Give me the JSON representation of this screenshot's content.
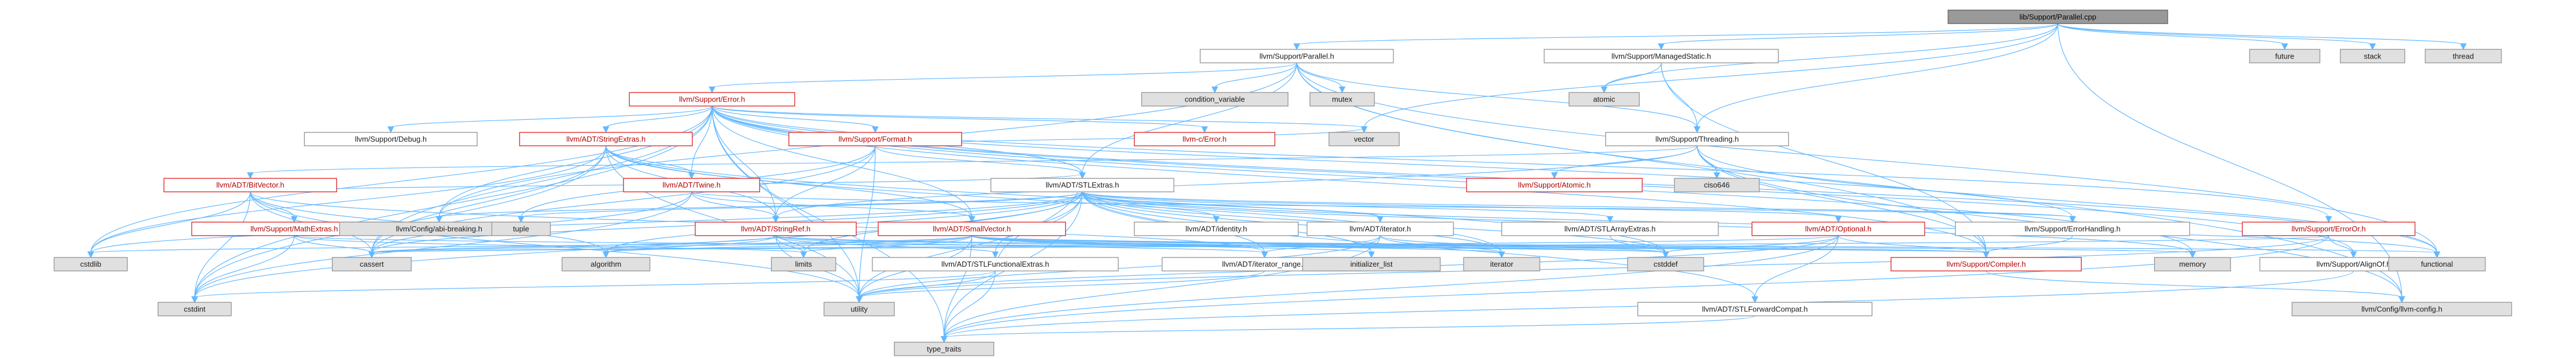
{
  "graph": {
    "nodes": [
      {
        "id": "root",
        "label": "lib/Support/Parallel.cpp",
        "kind": "root"
      },
      {
        "id": "par_h",
        "label": "llvm/Support/Parallel.h",
        "kind": "doc"
      },
      {
        "id": "mstatic",
        "label": "llvm/Support/ManagedStatic.h",
        "kind": "doc"
      },
      {
        "id": "future",
        "label": "future",
        "kind": "sys"
      },
      {
        "id": "stack",
        "label": "stack",
        "kind": "sys"
      },
      {
        "id": "thread",
        "label": "thread",
        "kind": "sys"
      },
      {
        "id": "error",
        "label": "llvm/Support/Error.h",
        "kind": "trunc"
      },
      {
        "id": "condvar",
        "label": "condition_variable",
        "kind": "sys"
      },
      {
        "id": "mutex",
        "label": "mutex",
        "kind": "sys"
      },
      {
        "id": "atomic",
        "label": "atomic",
        "kind": "sys"
      },
      {
        "id": "threading",
        "label": "llvm/Support/Threading.h",
        "kind": "doc"
      },
      {
        "id": "debug",
        "label": "llvm/Support/Debug.h",
        "kind": "doc"
      },
      {
        "id": "strextras",
        "label": "llvm/ADT/StringExtras.h",
        "kind": "trunc"
      },
      {
        "id": "format",
        "label": "llvm/Support/Format.h",
        "kind": "trunc"
      },
      {
        "id": "cerror",
        "label": "llvm-c/Error.h",
        "kind": "trunc"
      },
      {
        "id": "vector",
        "label": "vector",
        "kind": "sys"
      },
      {
        "id": "stlextras",
        "label": "llvm/ADT/STLExtras.h",
        "kind": "doc"
      },
      {
        "id": "satomic",
        "label": "llvm/Support/Atomic.h",
        "kind": "trunc"
      },
      {
        "id": "ciso646",
        "label": "ciso646",
        "kind": "sys"
      },
      {
        "id": "bitvector",
        "label": "llvm/ADT/BitVector.h",
        "kind": "trunc"
      },
      {
        "id": "twine",
        "label": "llvm/ADT/Twine.h",
        "kind": "trunc"
      },
      {
        "id": "mathextras",
        "label": "llvm/Support/MathExtras.h",
        "kind": "trunc"
      },
      {
        "id": "abibreak",
        "label": "llvm/Config/abi-breaking.h",
        "kind": "sys"
      },
      {
        "id": "tuple",
        "label": "tuple",
        "kind": "sys"
      },
      {
        "id": "stringref",
        "label": "llvm/ADT/StringRef.h",
        "kind": "trunc"
      },
      {
        "id": "smallvector",
        "label": "llvm/ADT/SmallVector.h",
        "kind": "trunc"
      },
      {
        "id": "identity",
        "label": "llvm/ADT/identity.h",
        "kind": "doc"
      },
      {
        "id": "iterator",
        "label": "llvm/ADT/iterator.h",
        "kind": "doc"
      },
      {
        "id": "stlarray",
        "label": "llvm/ADT/STLArrayExtras.h",
        "kind": "doc"
      },
      {
        "id": "optional",
        "label": "llvm/ADT/Optional.h",
        "kind": "trunc"
      },
      {
        "id": "errhandling",
        "label": "llvm/Support/ErrorHandling.h",
        "kind": "doc"
      },
      {
        "id": "erroror",
        "label": "llvm/Support/ErrorOr.h",
        "kind": "trunc"
      },
      {
        "id": "cstdlib",
        "label": "cstdlib",
        "kind": "sys"
      },
      {
        "id": "cassert",
        "label": "cassert",
        "kind": "sys"
      },
      {
        "id": "algorithm",
        "label": "algorithm",
        "kind": "sys"
      },
      {
        "id": "limits",
        "label": "limits",
        "kind": "sys"
      },
      {
        "id": "stlfunc",
        "label": "llvm/ADT/STLFunctionalExtras.h",
        "kind": "doc"
      },
      {
        "id": "iterrange",
        "label": "llvm/ADT/iterator_range.h",
        "kind": "doc"
      },
      {
        "id": "initlist",
        "label": "initializer_list",
        "kind": "sys"
      },
      {
        "id": "iteratorstd",
        "label": "iterator",
        "kind": "sys"
      },
      {
        "id": "cstddef",
        "label": "cstddef",
        "kind": "sys"
      },
      {
        "id": "compiler",
        "label": "llvm/Support/Compiler.h",
        "kind": "trunc"
      },
      {
        "id": "memory",
        "label": "memory",
        "kind": "sys"
      },
      {
        "id": "alignof",
        "label": "llvm/Support/AlignOf.h",
        "kind": "doc"
      },
      {
        "id": "functional",
        "label": "functional",
        "kind": "sys"
      },
      {
        "id": "cstdint",
        "label": "cstdint",
        "kind": "sys"
      },
      {
        "id": "utility",
        "label": "utility",
        "kind": "sys"
      },
      {
        "id": "stlfwd",
        "label": "llvm/ADT/STLForwardCompat.h",
        "kind": "doc"
      },
      {
        "id": "llvmconfig",
        "label": "llvm/Config/llvm-config.h",
        "kind": "sys"
      },
      {
        "id": "typetraits",
        "label": "type_traits",
        "kind": "sys"
      }
    ],
    "edges": [
      [
        "root",
        "par_h"
      ],
      [
        "root",
        "mstatic"
      ],
      [
        "root",
        "future"
      ],
      [
        "root",
        "stack"
      ],
      [
        "root",
        "thread"
      ],
      [
        "root",
        "threading"
      ],
      [
        "root",
        "vector"
      ],
      [
        "root",
        "llvmconfig"
      ],
      [
        "root",
        "atomic"
      ],
      [
        "par_h",
        "error"
      ],
      [
        "par_h",
        "condvar"
      ],
      [
        "par_h",
        "mutex"
      ],
      [
        "par_h",
        "threading"
      ],
      [
        "par_h",
        "stlextras"
      ],
      [
        "par_h",
        "compiler"
      ],
      [
        "par_h",
        "functional"
      ],
      [
        "par_h",
        "llvmconfig"
      ],
      [
        "par_h",
        "abibreak"
      ],
      [
        "mstatic",
        "atomic"
      ],
      [
        "mstatic",
        "compiler"
      ],
      [
        "mstatic",
        "threading"
      ],
      [
        "error",
        "debug"
      ],
      [
        "error",
        "strextras"
      ],
      [
        "error",
        "format"
      ],
      [
        "error",
        "cerror"
      ],
      [
        "error",
        "vector"
      ],
      [
        "error",
        "stlextras"
      ],
      [
        "error",
        "twine"
      ],
      [
        "error",
        "abibreak"
      ],
      [
        "error",
        "erroror"
      ],
      [
        "error",
        "errhandling"
      ],
      [
        "error",
        "smallvector"
      ],
      [
        "error",
        "compiler"
      ],
      [
        "error",
        "alignof"
      ],
      [
        "error",
        "cassert"
      ],
      [
        "error",
        "cstdint"
      ],
      [
        "error",
        "cstdlib"
      ],
      [
        "error",
        "functional"
      ],
      [
        "error",
        "memory"
      ],
      [
        "error",
        "new"
      ],
      [
        "error",
        "utility"
      ],
      [
        "error",
        "typetraits"
      ],
      [
        "error",
        "stringref"
      ],
      [
        "threading",
        "satomic"
      ],
      [
        "threading",
        "ciso646"
      ],
      [
        "threading",
        "llvmconfig"
      ],
      [
        "threading",
        "functional"
      ],
      [
        "threading",
        "compiler"
      ],
      [
        "threading",
        "bitvector"
      ],
      [
        "threading",
        "stringref"
      ],
      [
        "strextras",
        "stringref"
      ],
      [
        "strextras",
        "twine"
      ],
      [
        "strextras",
        "smallvector"
      ],
      [
        "strextras",
        "cstddef"
      ],
      [
        "strextras",
        "cstdint"
      ],
      [
        "strextras",
        "cstdlib"
      ],
      [
        "strextras",
        "iteratorstd"
      ],
      [
        "strextras",
        "cassert"
      ],
      [
        "strextras",
        "utility"
      ],
      [
        "format",
        "stlextras"
      ],
      [
        "format",
        "stringref"
      ],
      [
        "format",
        "cassert"
      ],
      [
        "format",
        "utility"
      ],
      [
        "format",
        "tuple"
      ],
      [
        "format",
        "vector"
      ],
      [
        "stlextras",
        "identity"
      ],
      [
        "stlextras",
        "iterator"
      ],
      [
        "stlextras",
        "stlarray"
      ],
      [
        "stlextras",
        "optional"
      ],
      [
        "stlextras",
        "errhandling"
      ],
      [
        "stlextras",
        "stlfunc"
      ],
      [
        "stlextras",
        "iterrange"
      ],
      [
        "stlextras",
        "stlfwd"
      ],
      [
        "stlextras",
        "abibreak"
      ],
      [
        "stlextras",
        "cassert"
      ],
      [
        "stlextras",
        "cstddef"
      ],
      [
        "stlextras",
        "cstdint"
      ],
      [
        "stlextras",
        "cstdlib"
      ],
      [
        "stlextras",
        "functional"
      ],
      [
        "stlextras",
        "initlist"
      ],
      [
        "stlextras",
        "iteratorstd"
      ],
      [
        "stlextras",
        "limits"
      ],
      [
        "stlextras",
        "memory"
      ],
      [
        "stlextras",
        "tuple"
      ],
      [
        "stlextras",
        "typetraits"
      ],
      [
        "stlextras",
        "utility"
      ],
      [
        "stlextras",
        "algorithm"
      ],
      [
        "bitvector",
        "stlextras"
      ],
      [
        "bitvector",
        "iterrange"
      ],
      [
        "bitvector",
        "mathextras"
      ],
      [
        "bitvector",
        "algorithm"
      ],
      [
        "bitvector",
        "cassert"
      ],
      [
        "bitvector",
        "climits"
      ],
      [
        "bitvector",
        "cstdint"
      ],
      [
        "bitvector",
        "cstdlib"
      ],
      [
        "bitvector",
        "cstring"
      ],
      [
        "bitvector",
        "utility"
      ],
      [
        "twine",
        "smallvector"
      ],
      [
        "twine",
        "stringref"
      ],
      [
        "twine",
        "errhandling"
      ],
      [
        "twine",
        "cassert"
      ],
      [
        "twine",
        "cstdint"
      ],
      [
        "twine",
        "string"
      ],
      [
        "twine",
        "string_view"
      ],
      [
        "mathextras",
        "compiler"
      ],
      [
        "mathextras",
        "cassert"
      ],
      [
        "mathextras",
        "climits"
      ],
      [
        "mathextras",
        "cstdint"
      ],
      [
        "mathextras",
        "cstring"
      ],
      [
        "mathextras",
        "limits"
      ],
      [
        "mathextras",
        "type_traits"
      ],
      [
        "stringref",
        "stlfunc"
      ],
      [
        "stringref",
        "iterrange"
      ],
      [
        "stringref",
        "compiler"
      ],
      [
        "stringref",
        "algorithm"
      ],
      [
        "stringref",
        "cassert"
      ],
      [
        "stringref",
        "cstddef"
      ],
      [
        "stringref",
        "cstring"
      ],
      [
        "stringref",
        "limits"
      ],
      [
        "stringref",
        "type_traits"
      ],
      [
        "stringref",
        "utility"
      ],
      [
        "smallvector",
        "compiler"
      ],
      [
        "smallvector",
        "algorithm"
      ],
      [
        "smallvector",
        "cassert"
      ],
      [
        "smallvector",
        "cstddef"
      ],
      [
        "smallvector",
        "cstdlib"
      ],
      [
        "smallvector",
        "functional"
      ],
      [
        "smallvector",
        "initlist"
      ],
      [
        "smallvector",
        "iteratorstd"
      ],
      [
        "smallvector",
        "limits"
      ],
      [
        "smallvector",
        "memory"
      ],
      [
        "smallvector",
        "typetraits"
      ],
      [
        "smallvector",
        "utility"
      ],
      [
        "iterator",
        "iterrange"
      ],
      [
        "iterator",
        "cstddef"
      ],
      [
        "iterator",
        "iteratorstd"
      ],
      [
        "iterator",
        "typetraits"
      ],
      [
        "iterator",
        "utility"
      ],
      [
        "stlarray",
        "cstddef"
      ],
      [
        "optional",
        "compiler"
      ],
      [
        "optional",
        "stlfwd"
      ],
      [
        "optional",
        "cassert"
      ],
      [
        "optional",
        "cstddef"
      ],
      [
        "optional",
        "new"
      ],
      [
        "optional",
        "typetraits"
      ],
      [
        "optional",
        "utility"
      ],
      [
        "errhandling",
        "compiler"
      ],
      [
        "erroror",
        "alignof"
      ],
      [
        "erroror",
        "cassert"
      ],
      [
        "erroror",
        "system_error"
      ],
      [
        "erroror",
        "typetraits"
      ],
      [
        "erroror",
        "utility"
      ],
      [
        "stlfunc",
        "stlextras"
      ],
      [
        "stlfunc",
        "cstdint"
      ],
      [
        "stlfunc",
        "typetraits"
      ],
      [
        "stlfunc",
        "utility"
      ],
      [
        "iterrange",
        "utility"
      ],
      [
        "compiler",
        "llvmconfig"
      ],
      [
        "alignof",
        "typetraits"
      ],
      [
        "stlfwd",
        "typetraits"
      ]
    ]
  }
}
